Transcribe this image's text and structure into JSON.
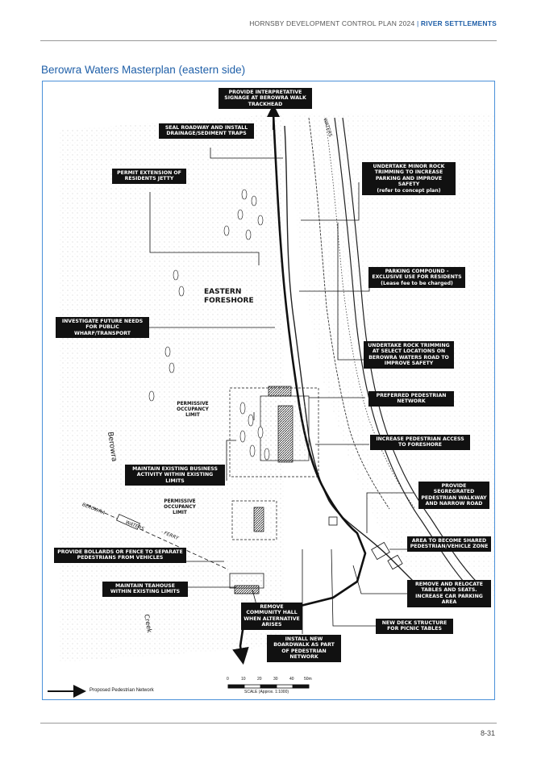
{
  "header": {
    "doc_title": "HORNSBY DEVELOPMENT CONTROL PLAN 2024",
    "separator": "|",
    "section": "RIVER SETTLEMENTS"
  },
  "page_title": "Berowra Waters Masterplan (eastern side)",
  "map": {
    "labels": {
      "signage": "PROVIDE INTERPRETATIVE SIGNAGE AT BEROWRA WALK TRACKHEAD",
      "seal_roadway": "SEAL ROADWAY AND INSTALL DRAINAGE/SEDIMENT TRAPS",
      "jetty": "PERMIT EXTENSION OF RESIDENTS JETTY",
      "rock_trimming_parking": "UNDERTAKE MINOR ROCK TRIMMING TO INCREASE PARKING AND IMPROVE SAFETY",
      "rock_trimming_parking_note": "(refer to concept plan)",
      "parking_compound": "PARKING COMPOUND - EXCLUSIVE USE FOR RESIDENTS",
      "parking_compound_note": "(Lease fee to be charged)",
      "investigate_wharf": "INVESTIGATE FUTURE NEEDS FOR PUBLIC WHARF/TRANSPORT",
      "rock_trimming_road": "UNDERTAKE ROCK TRIMMING AT SELECT LOCATIONS ON BEROWRA WATERS ROAD TO IMPROVE SAFETY",
      "preferred_network": "PREFERRED PEDESTRIAN NETWORK",
      "foreshore_access": "INCREASE PEDESTRIAN ACCESS TO FORESHORE",
      "business_activity": "MAINTAIN EXISTING BUSINESS ACTIVITY WITHIN EXISTING LIMITS",
      "segregated_walkway": "PROVIDE SEGREGRATED PEDESTRIAN WALKWAY AND NARROW ROAD",
      "shared_zone": "AREA TO BECOME SHARED PEDESTRIAN/VEHICLE ZONE",
      "bollards": "PROVIDE BOLLARDS OR FENCE TO SEPARATE PEDESTRIANS FROM VEHICLES",
      "teahouse": "MAINTAIN TEAHOUSE WITHIN EXISTING LIMITS",
      "tables_seats": "REMOVE AND RELOCATE TABLES AND SEATS. INCREASE CAR PARKING AREA",
      "community_hall": "REMOVE COMMUNITY HALL WHEN ALTERNATIVE ARISES",
      "deck_structure": "NEW DECK STRUCTURE FOR PICNIC TABLES",
      "boardwalk": "INSTALL NEW BOARDWALK AS PART OF PEDESTRIAN NETWORK"
    },
    "plain_labels": {
      "permissive_1": "PERMISSIVE OCCUPANCY LIMIT",
      "permissive_2": "PERMISSIVE OCCUPANCY LIMIT",
      "eastern_foreshore": "EASTERN FORESHORE",
      "berowra": "Berowra",
      "creek": "Creek",
      "ferry_berowra": "BEROWRA",
      "ferry_waters": "WATERS",
      "ferry_ferry": "- FERRY",
      "waters_road": "WATERS"
    },
    "scale": {
      "ticks": [
        "0",
        "10",
        "20",
        "30",
        "40",
        "50m"
      ],
      "caption": "SCALE (Approx. 1:1000)"
    },
    "legend_label": "Proposed Pedestrian Network"
  },
  "page_number": "8-31",
  "colors": {
    "accent": "#1f5fa8",
    "frame": "#4a90d9",
    "label_bg": "#111111"
  }
}
